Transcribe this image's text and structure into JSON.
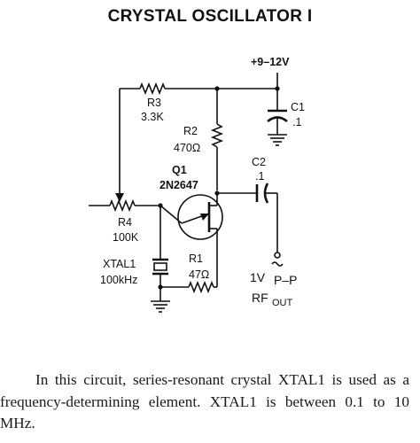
{
  "title": "CRYSTAL OSCILLATOR I",
  "labels": {
    "supply": "+9–12V",
    "c1_name": "C1",
    "c1_value": ".1",
    "r3_name": "R3",
    "r3_value": "3.3K",
    "r2_name": "R2",
    "r2_value": "470Ω",
    "q1_name": "Q1",
    "q1_part": "2N2647",
    "c2_name": "C2",
    "c2_value": ".1",
    "r4_name": "R4",
    "r4_value": "100K",
    "xtal_name": "XTAL1",
    "xtal_value": "100kHz",
    "r1_name": "R1",
    "r1_value": "47Ω",
    "out_level": "1V",
    "out_pp": "P–P",
    "out_rf": "RF",
    "out_sub": "OUT"
  },
  "caption": "In this circuit, series-resonant crystal XTAL1 is used as a frequency-determining element. XTAL1 is between 0.1 to 10 MHz."
}
